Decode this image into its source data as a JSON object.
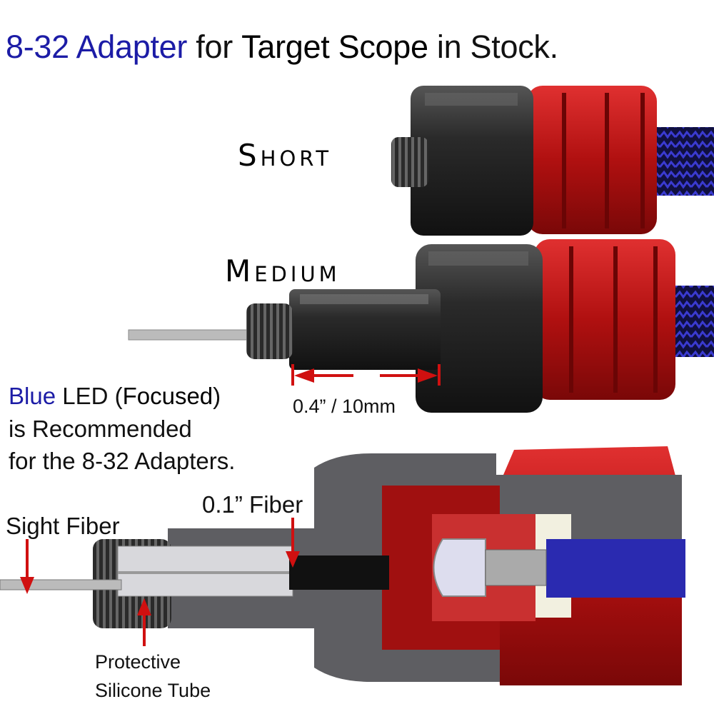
{
  "title": {
    "part1": "8-32 Adapter",
    "part2": " for ",
    "part3": "Target Scope",
    "part4": " in Stock."
  },
  "labels": {
    "short": "Short",
    "medium": "Medium",
    "dimension": "0.4” / 10mm",
    "sight_fiber": "Sight Fiber",
    "fiber_01": "0.1” Fiber",
    "protective_line1": "Protective",
    "protective_line2": "Silicone Tube"
  },
  "note": {
    "blue": "Blue",
    "led": " LED (",
    "focused": "Focused",
    "close": ")",
    "line2": "is Recommended",
    "line3": "for the 8-32 Adapters."
  },
  "colors": {
    "title_blue": "#1c1ca6",
    "arrow_red": "#d01010",
    "adapter_red": "#c81414",
    "cable_blue": "#2a2ab0"
  }
}
